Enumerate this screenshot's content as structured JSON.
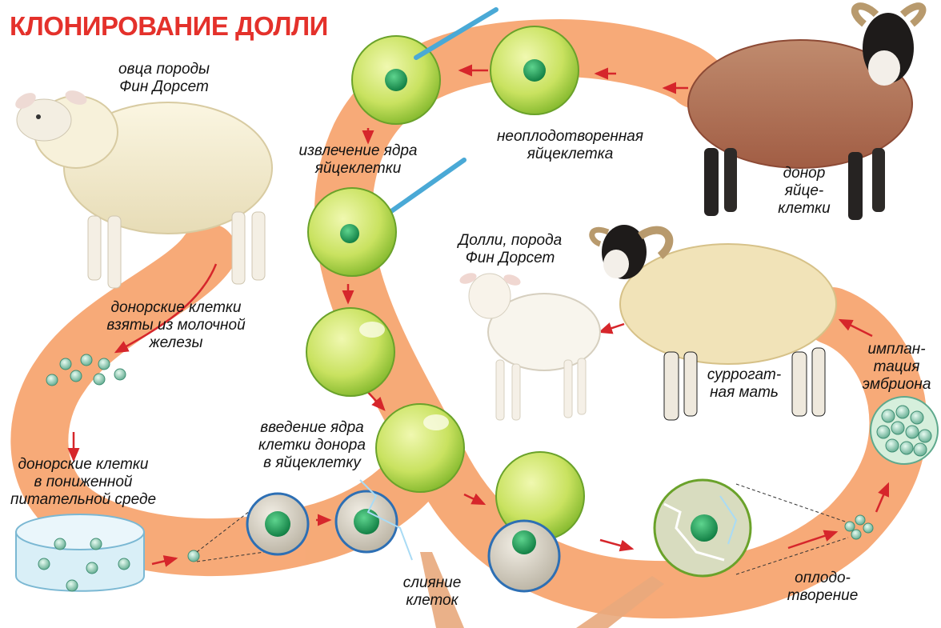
{
  "title": "КЛОНИРОВАНИЕ ДОЛЛИ",
  "labels": {
    "sheep_breed": "овца породы\nФин Дорсет",
    "donor_cells_taken": "донорские клетки\nвзяты из молочной\nжелезы",
    "donor_cells_medium": "донорские клетки\nв пониженной\nпитательной среде",
    "nucleus_extraction": "извлечение ядра\nяйцеклетки",
    "unfertilized_egg": "неоплодотворенная\nяйцеклетка",
    "egg_donor": "донор\nяйце-\nклетки",
    "dolly": "Долли, порода\nФин Дорсет",
    "surrogate": "суррогат-\nная мать",
    "implantation": "имплан-\nтация\nэмбриона",
    "nucleus_insertion": "введение ядра\nклетки донора\nв яйцеклетку",
    "cell_fusion": "слияние\nклеток",
    "fertilization": "оплодо-\nтворение"
  },
  "colors": {
    "title": "#e4312b",
    "path": "#f6a36c",
    "arrow": "#d6262b",
    "egg_cell": "#b9d94a",
    "nucleus": "#1a9a5a",
    "donor_cell": "#8ec7b6"
  },
  "icons": [
    "finn-dorset-ewe",
    "scottish-blackface-ewe",
    "surrogate-ewe",
    "dolly-lamb",
    "petri-dish-icon",
    "micropipette-icon",
    "electrode-icon"
  ]
}
